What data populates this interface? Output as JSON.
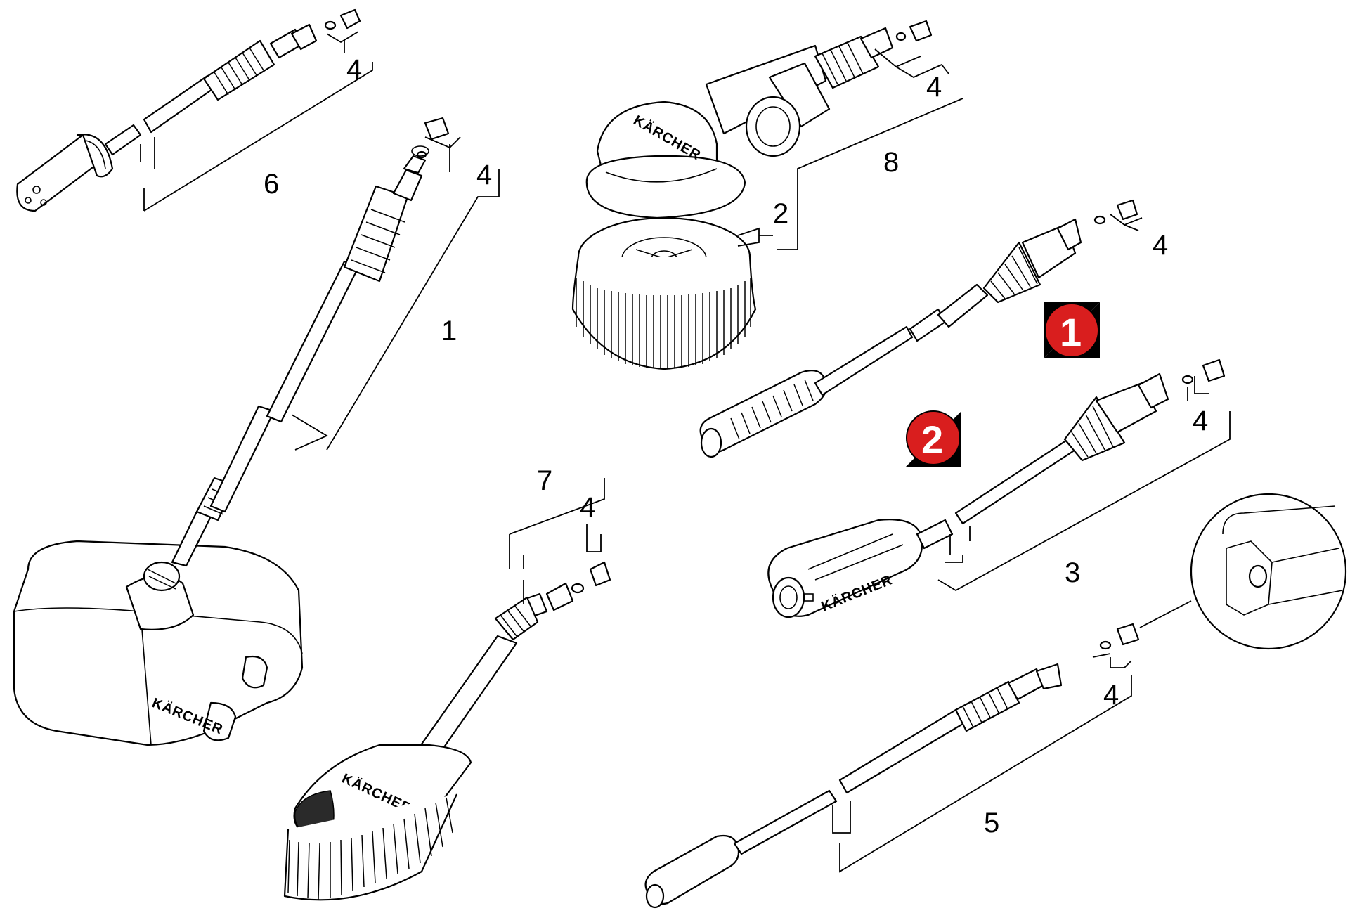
{
  "brand_text": "KÄRCHER",
  "badges": [
    {
      "label": "1",
      "color": "#d91e1e"
    },
    {
      "label": "2",
      "color": "#d91e1e"
    }
  ],
  "callouts": {
    "c1": "1",
    "c2": "2",
    "c3": "3",
    "c4a": "4",
    "c4b": "4",
    "c4c": "4",
    "c4d": "4",
    "c4e": "4",
    "c4f": "4",
    "c4g": "4",
    "c5": "5",
    "c6": "6",
    "c7": "7",
    "c8": "8"
  },
  "colors": {
    "badge_red": "#d91e1e",
    "line": "#000000",
    "background": "#ffffff"
  }
}
